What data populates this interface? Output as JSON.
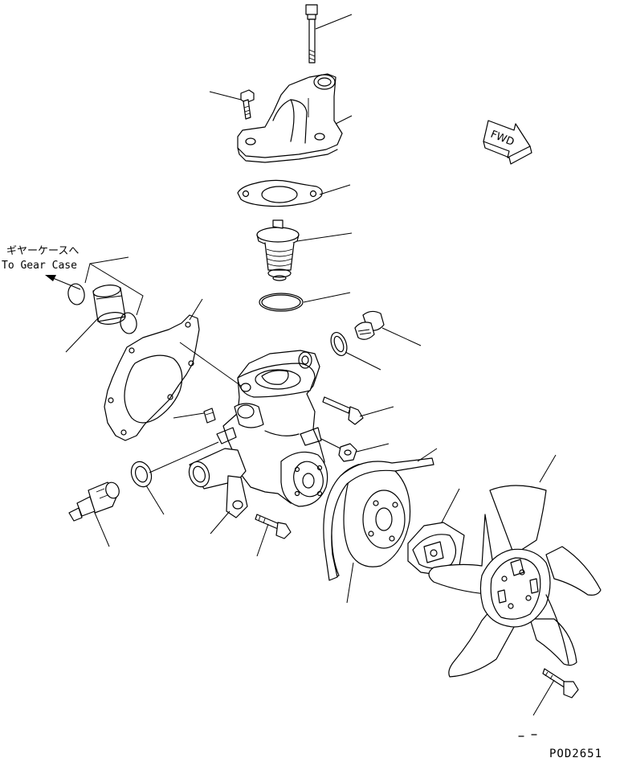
{
  "labels": {
    "gear_case_jp": "ギヤーケースへ",
    "gear_case_en": "To Gear Case",
    "fwd": "FWD",
    "drawing_code": "POD2651"
  }
}
